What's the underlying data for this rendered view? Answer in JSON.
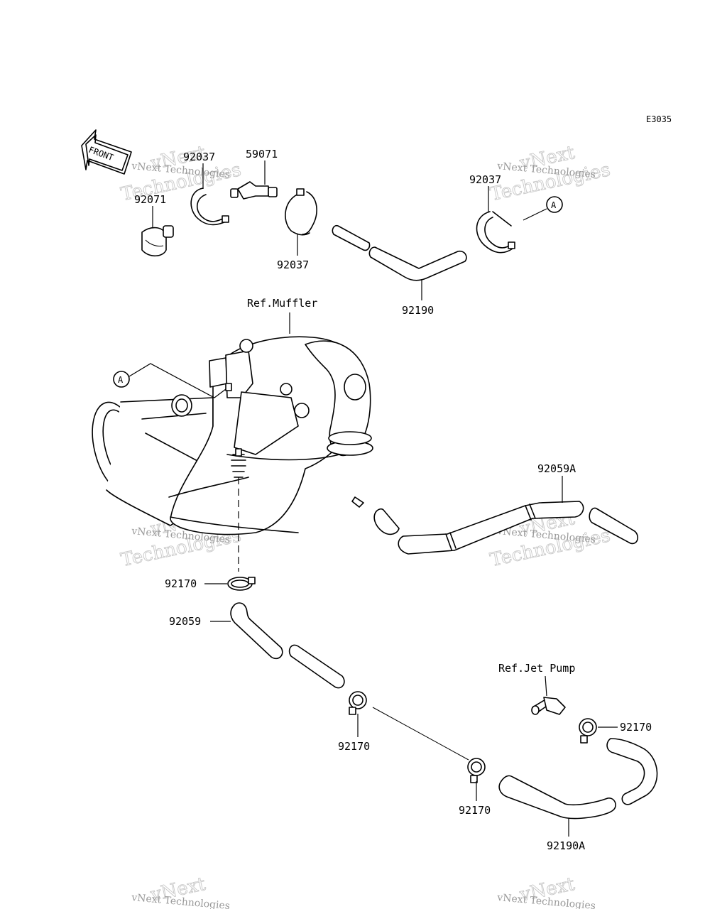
{
  "diagram_code": "E3035",
  "front_label": "FRONT",
  "watermark": {
    "line1": "vNext",
    "line2": "Technologies",
    "small": "vNext Technologies"
  },
  "refs": {
    "muffler": "Ref.Muffler",
    "jet_pump": "Ref.Jet Pump",
    "circle_a": "A"
  },
  "part_labels": {
    "p92037_top": "92037",
    "p59071": "59071",
    "p92071": "92071",
    "p92037_mid": "92037",
    "p92037_right": "92037",
    "p92190": "92190",
    "p92059A": "92059A",
    "p92170_a": "92170",
    "p92059": "92059",
    "p92170_b": "92170",
    "p92170_c": "92170",
    "p92170_d": "92170",
    "p92190A": "92190A"
  }
}
